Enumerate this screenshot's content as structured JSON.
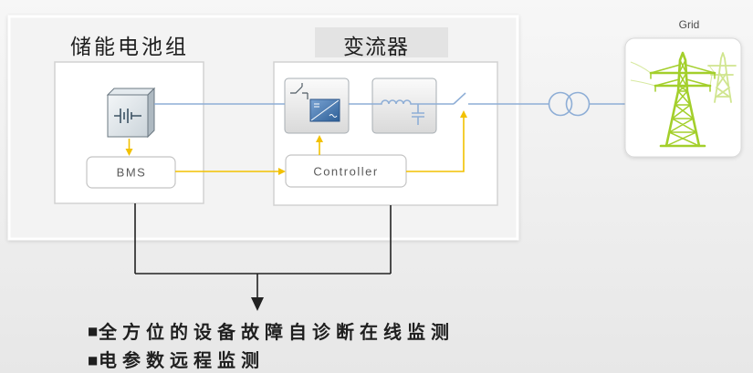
{
  "battery_group": {
    "title": "储能电池组",
    "battery_icon": "battery-icon",
    "bms_label": "BMS"
  },
  "converter": {
    "title": "变流器",
    "inverter_icon": "dc-ac-inverter-icon",
    "filter_icon": "lc-filter-icon",
    "switch_icon": "switch-icon",
    "controller_label": "Controller"
  },
  "transformer_icon": "transformer-icon",
  "grid": {
    "label": "Grid",
    "tower_icon": "transmission-tower-icon"
  },
  "features": [
    {
      "bullet": "■",
      "text": "全方位的设备故障自诊断在线监测"
    },
    {
      "bullet": "■",
      "text": "电参数远程监测"
    }
  ],
  "colors": {
    "power_line": "#8eaed6",
    "signal_line": "#f2c100",
    "connector": "#222222",
    "tower": "#a3cf2b",
    "text": "#1f1f1f"
  }
}
